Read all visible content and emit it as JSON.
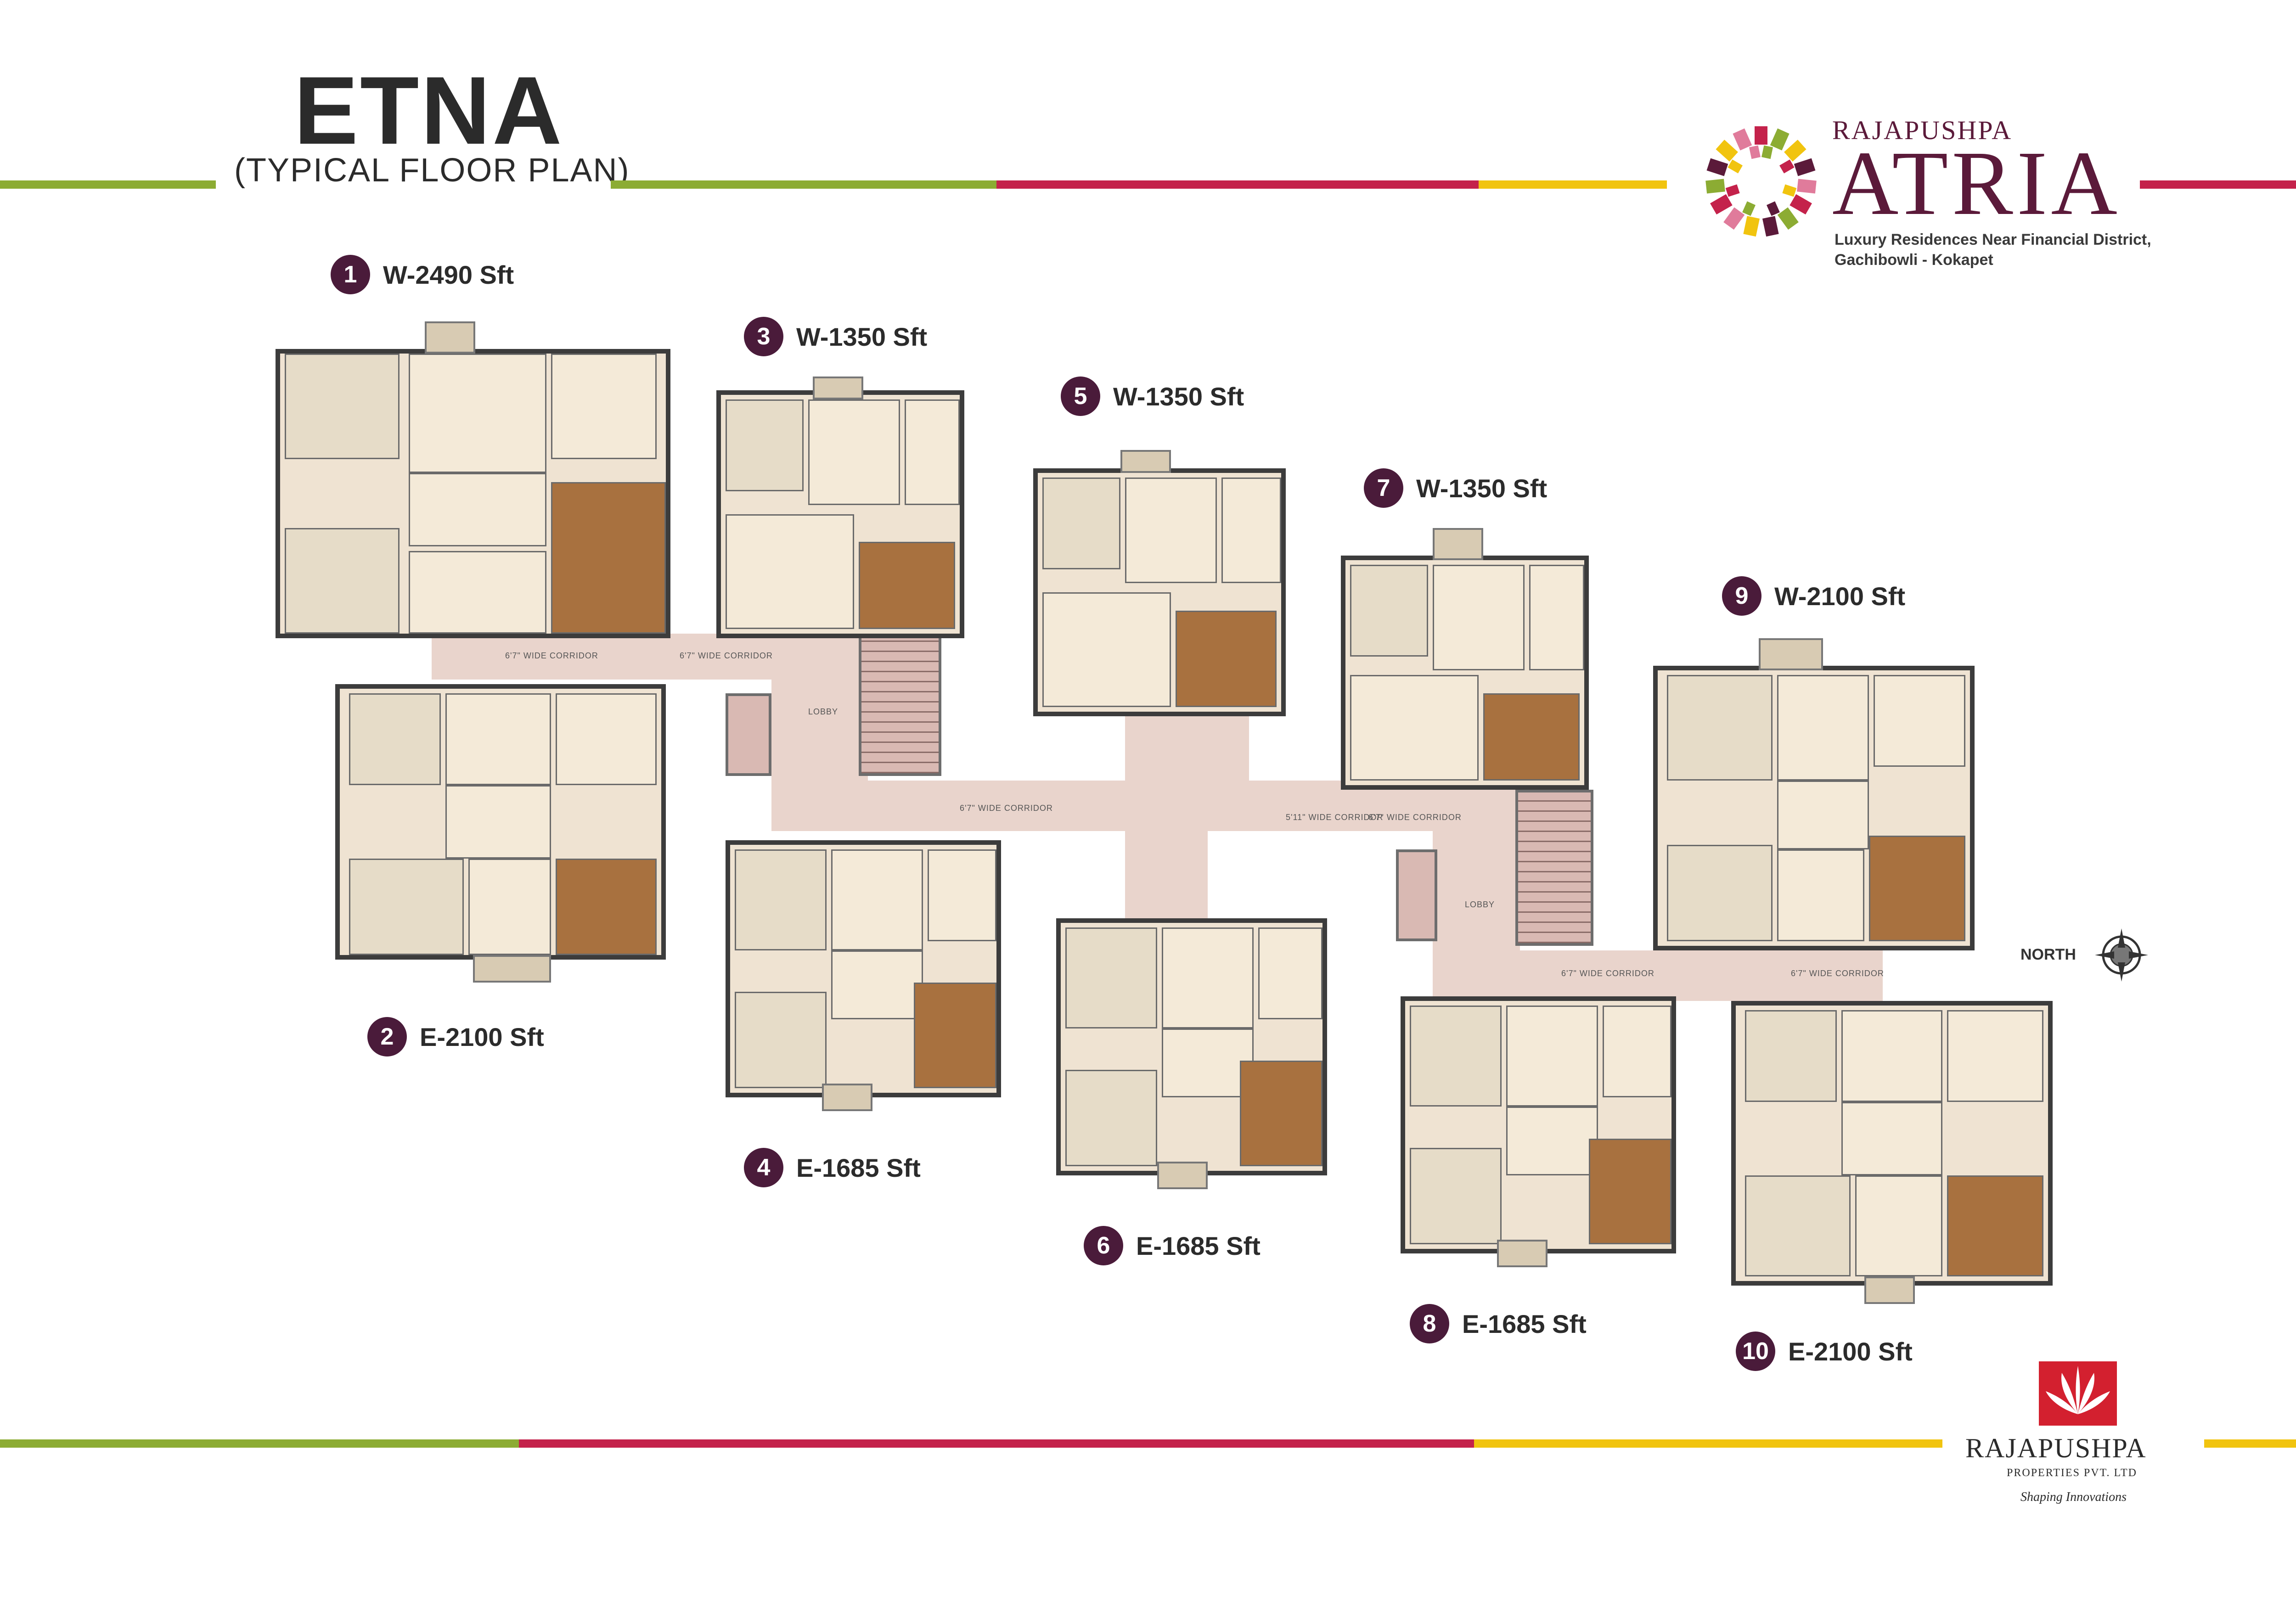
{
  "header": {
    "title": "ETNA",
    "subtitle": "(TYPICAL FLOOR PLAN)"
  },
  "brand": {
    "small": "RAJAPUSHPA",
    "big": "ATRIA",
    "tagline_1": "Luxury Residences Near Financial District,",
    "tagline_2": "Gachibowli - Kokapet"
  },
  "units": [
    {
      "num": "1",
      "label": "W-2490 Sft"
    },
    {
      "num": "2",
      "label": "E-2100 Sft"
    },
    {
      "num": "3",
      "label": "W-1350 Sft"
    },
    {
      "num": "4",
      "label": "E-1685 Sft"
    },
    {
      "num": "5",
      "label": "W-1350 Sft"
    },
    {
      "num": "6",
      "label": "E-1685 Sft"
    },
    {
      "num": "7",
      "label": "W-1350 Sft"
    },
    {
      "num": "8",
      "label": "E-1685 Sft"
    },
    {
      "num": "9",
      "label": "W-2100 Sft"
    },
    {
      "num": "10",
      "label": "E-2100 Sft"
    }
  ],
  "plan": {
    "corridor_6ft": "6'7\" WIDE CORRIDOR",
    "corridor_5ft": "5'11\" WIDE CORRIDOR",
    "lobby": "LOBBY",
    "north": "NORTH"
  },
  "footer": {
    "company": "RAJAPUSHPA",
    "company_sub": "PROPERTIES PVT. LTD",
    "slogan": "Shaping Innovations"
  },
  "colors": {
    "green": "#8cac33",
    "crimson": "#c4224b",
    "yellow": "#f1c40f",
    "plum": "#4a1b3a"
  }
}
